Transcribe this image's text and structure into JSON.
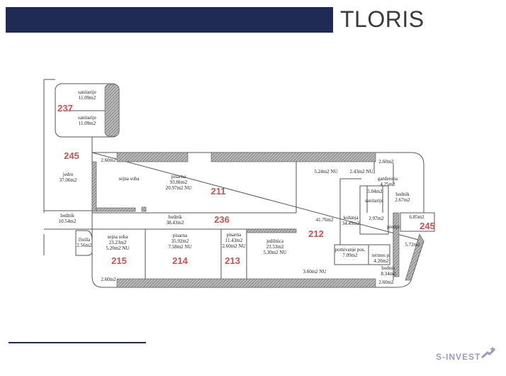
{
  "header": {
    "title": "TLORIS"
  },
  "logo": {
    "text": "S-INVEST"
  },
  "plan": {
    "room_numbers": {
      "r237": "237",
      "r245a": "245",
      "r211": "211",
      "r236": "236",
      "r215": "215",
      "r214": "214",
      "r213": "213",
      "r212": "212",
      "r245b": "245"
    },
    "labels": {
      "san1_name": "sanitarije",
      "san1_area": "11.09m2",
      "san2_name": "sanitarije",
      "san2_area": "11.09m2",
      "jedro_name": "jedro",
      "jedro_area": "37.06m2",
      "c1": "2.60m2",
      "sejna1": "sejna soba",
      "pisarna211_name": "pisarna",
      "pisarna211_area": "93.86m2",
      "pisarna211_nu": "20.97m2 NU",
      "hodnik236_name": "hodnik",
      "hodnik236_area": "38.43m2",
      "hodnik_l_name": "hodnik",
      "hodnik_l_area": "10.54m2",
      "cistila_name": "čistila",
      "cistila_area": "2.56m2",
      "sejna215_name": "sejna soba",
      "sejna215_area": "23.23m2",
      "sejna215_nu": "5.20m2 NU",
      "pis214_name": "pisarna",
      "pis214_area": "35.92m2",
      "pis214_nu": "7.58m2 NU",
      "pis213_name": "pisarna",
      "pis213_area": "11.43m2",
      "pis213_nu": "2.60m2 NU",
      "jed_name": "jedilnica",
      "jed_area": "23.53m2",
      "jed_nu": "5.30m2 NU",
      "c2": "2.60m2",
      "nu524": "5.24m2 NU",
      "nu243": "2.43m2 NU",
      "c3": "2.60m2",
      "gard_name": "garderoba",
      "gard_area": "4.25m2",
      "a504": "5.04m2",
      "sanit_small": "sanitarije",
      "hod267_name": "hodnik",
      "hod267_area": "2.67m2",
      "a4176": "41.76m2",
      "kuh_name": "kuhinja",
      "kuh_area": "34.49m2",
      "a297": "2.97m2",
      "predpr": "predpr.",
      "a685": "6.85m2",
      "a572": "5.72m2",
      "pom_name": "pomivanje pos.",
      "pom_area": "7.09m2",
      "term_name": "termos p.",
      "term_area": "4.20m2",
      "hod834_name": "hodnik",
      "hod834_area": "8.34m2",
      "nu360": "3.60m2 NU",
      "c4": "2.60m2"
    }
  }
}
